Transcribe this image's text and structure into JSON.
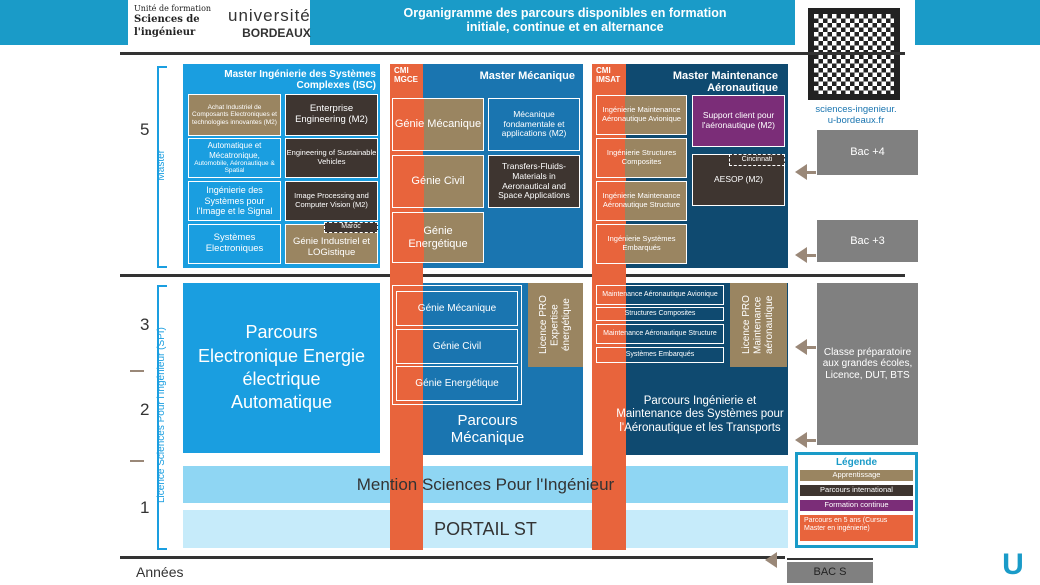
{
  "header": {
    "title_line1": "Organigramme des parcours disponibles en formation",
    "title_line2": "initiale, continue et en alternance",
    "logo_ufr": [
      "Unité de formation",
      "Sciences de",
      "l'ingénieur"
    ],
    "logo_ub": "université",
    "logo_ub2": "BORDEAUX",
    "url": "sciences-ingenieur.\nu-bordeaux.fr"
  },
  "axis": {
    "master": "Master",
    "licence": "Licence Sciences Pour l'Ingénieur (SPI)",
    "years": [
      "5",
      "3",
      "2",
      "1"
    ],
    "annees": "Années"
  },
  "isc": {
    "title": "Master Ingénierie des Systèmes Complexes (ISC)",
    "boxes": [
      "Achat Industriel de Composants Electroniques et technologies innovantes (M2)",
      "Enterprise Engineering (M2)",
      "Automatique et Mécatronique,",
      "Automobile, Aéronautique & Spatial",
      "Engineering of Sustainable Vehicles",
      "Ingénierie des Systèmes pour l'Image et le Signal",
      "Image Processing and Computer Vision (M2)",
      "Systèmes Electroniques",
      "Génie Industriel et LOGistique"
    ],
    "maroc": "Maroc"
  },
  "meca": {
    "cmi": "CMI MGCE",
    "title": "Master Mécanique",
    "boxes": [
      "Génie Mécanique",
      "Génie Civil",
      "Génie Energétique",
      "Mécanique fondamentale et applications (M2)",
      "Transfers-Fluids-Materials in Aeronautical and Space Applications"
    ]
  },
  "maint": {
    "cmi": "CMI IMSAT",
    "title": "Master Maintenance Aéronautique",
    "boxes": [
      "Ingénierie Maintenance Aéronautique Avionique",
      "Ingénierie Structures Composites",
      "Ingénierie Maintenance Aéronautique Structure",
      "Ingénierie Systèmes Embarqués",
      "Support client pour l'aéronautique (M2)",
      "AESOP (M2)"
    ],
    "cincinnati": "Cincinnati"
  },
  "right": {
    "bac4": "Bac +4",
    "bac3": "Bac +3",
    "prepa": "Classe préparatoire aux grandes écoles, Licence, DUT, BTS",
    "bacs": "BAC S"
  },
  "licence": {
    "elec": "Parcours Electronique Energie électrique Automatique",
    "meca_boxes": [
      "Génie Mécanique",
      "Génie Civil",
      "Génie Energétique"
    ],
    "meca": "Parcours Mécanique",
    "lpro1": "Licence PRO Expertise énergétique",
    "maint_boxes": [
      "Maintenance Aéronautique Avionique",
      "Structures Composites",
      "Maintenance Aéronautique Structure",
      "Systèmes Embarqués"
    ],
    "lpro2": "Licence PRO Maintenance aéronautique",
    "maint": "Parcours Ingénierie et Maintenance des Systèmes pour l'Aéronautique et les Transports",
    "mention": "Mention Sciences Pour l'Ingénieur",
    "portail": "PORTAIL ST"
  },
  "legend": {
    "title": "Légende",
    "items": [
      "Apprentissage",
      "Parcours international",
      "Formation continue",
      "Parcours en 5 ans (Cursus Master en ingénierie)"
    ]
  },
  "colors": {
    "light_blue": "#1a9ee0",
    "meca_blue": "#1a75b0",
    "navy": "#0f4a70",
    "brown": "#9a8561",
    "dark": "#3e3530",
    "purple": "#7b2d78",
    "orange": "#e8643c"
  }
}
